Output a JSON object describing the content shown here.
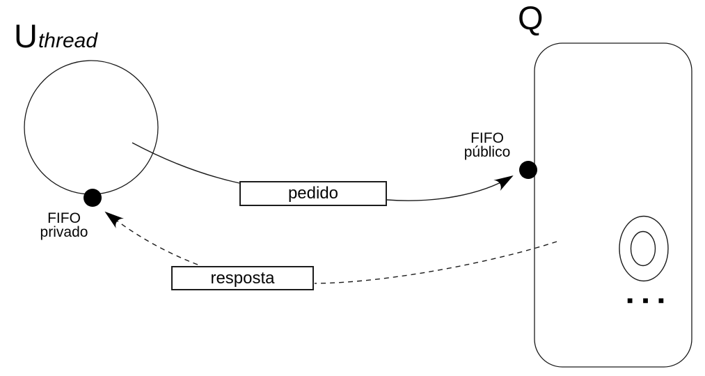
{
  "diagram": {
    "client": {
      "label_main": "U",
      "label_sub": "thread"
    },
    "server": {
      "label": "Q",
      "more_indicator": "■ ■ ■"
    },
    "fifo_private": {
      "line1": "FIFO",
      "line2": "privado"
    },
    "fifo_public": {
      "line1": "FIFO",
      "line2": "público"
    },
    "request_label": "pedido",
    "response_label": "resposta",
    "colors": {
      "stroke": "#1a1a1a",
      "fill_dot": "#000000",
      "background": "#ffffff"
    }
  }
}
